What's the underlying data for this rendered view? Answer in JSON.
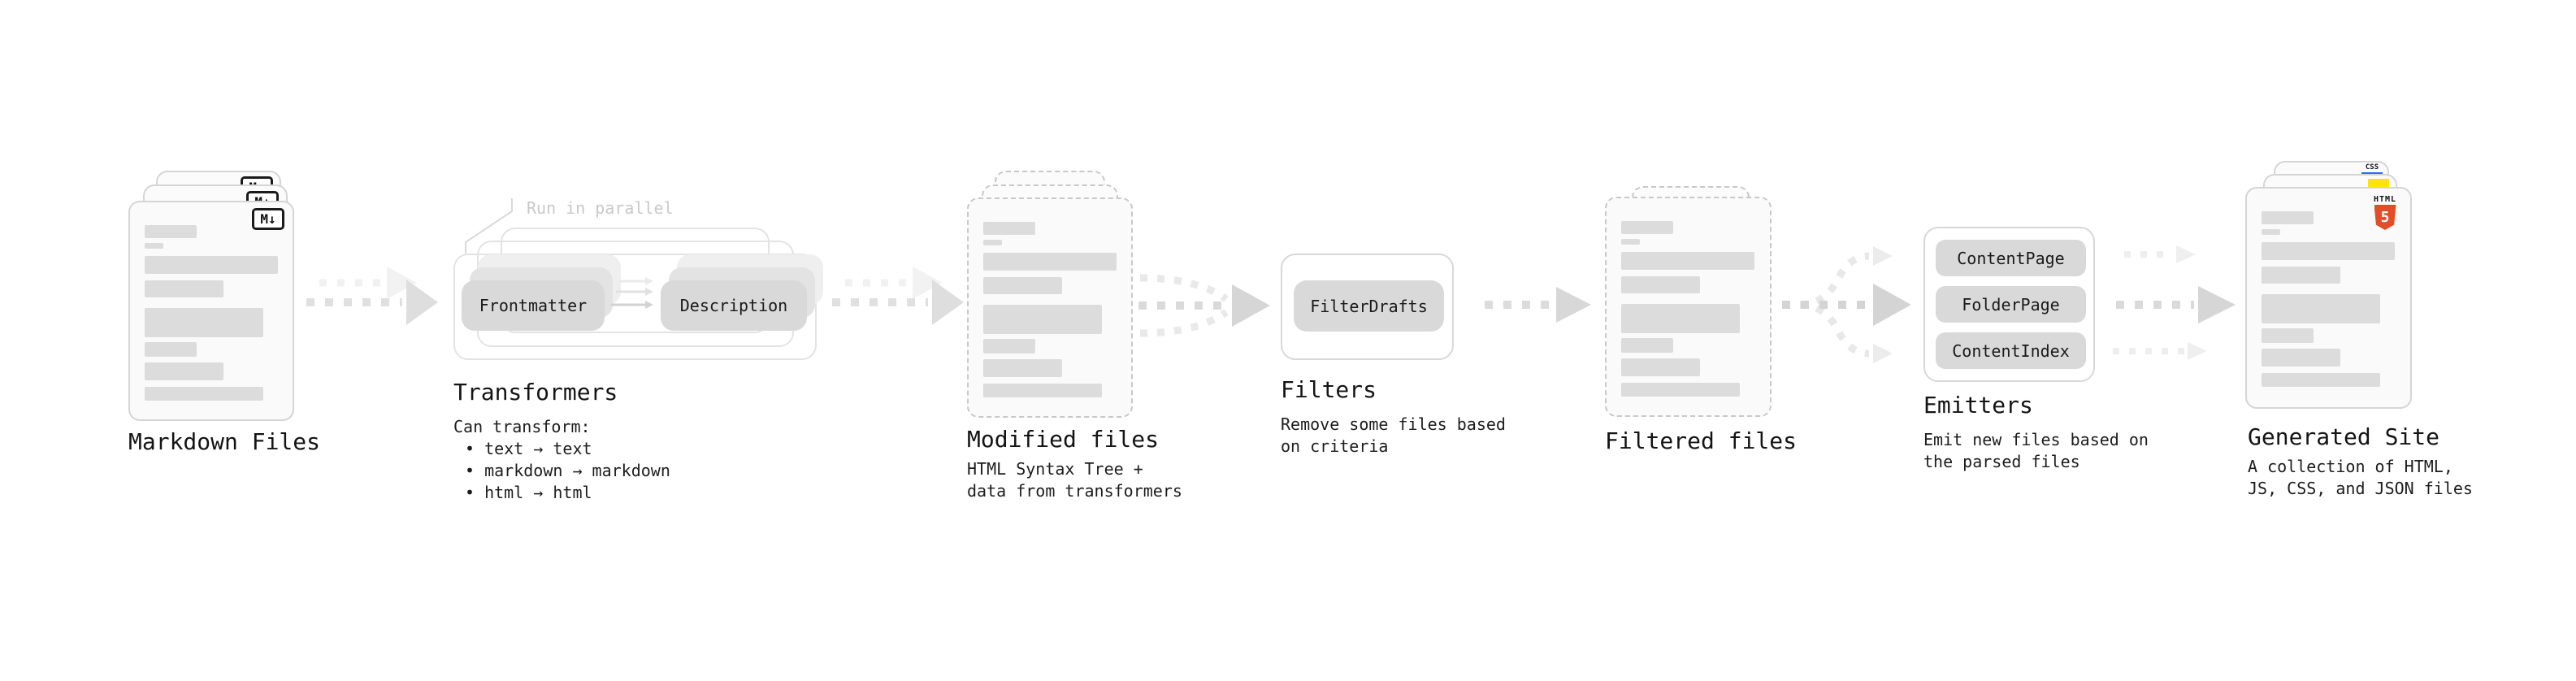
{
  "stages": {
    "markdown": {
      "label": "Markdown Files",
      "badge": "M↓"
    },
    "transformers": {
      "label": "Transformers",
      "annotation": "Run in parallel",
      "pill_frontmatter": "Frontmatter",
      "pill_description": "Description",
      "desc_title": "Can transform:",
      "bullet1": "• text → text",
      "bullet2": "• markdown → markdown",
      "bullet3": "• html → html"
    },
    "modified": {
      "label": "Modified files",
      "desc_line1": "HTML Syntax Tree +",
      "desc_line2": "data from transformers"
    },
    "filters": {
      "label": "Filters",
      "pill_filterdrafts": "FilterDrafts",
      "desc_line1": "Remove some files based",
      "desc_line2": "on criteria"
    },
    "filtered": {
      "label": "Filtered files"
    },
    "emitters": {
      "label": "Emitters",
      "pill_contentpage": "ContentPage",
      "pill_folderpage": "FolderPage",
      "pill_contentindex": "ContentIndex",
      "desc_line1": "Emit new files based on",
      "desc_line2": "the parsed files"
    },
    "generated": {
      "label": "Generated Site",
      "badge_css": "CSS",
      "badge_html_word": "HTML",
      "badge_html_number": "5",
      "desc_line1": "A collection of HTML,",
      "desc_line2": "JS, CSS, and JSON files"
    }
  },
  "colors": {
    "css_badge_blue": "#2e6bf0",
    "js_badge_yellow": "#ffe40c",
    "html5_orange": "#e44d26",
    "skeleton_gray": "#dcdcdc",
    "pill_gray": "#d9d9d9"
  }
}
